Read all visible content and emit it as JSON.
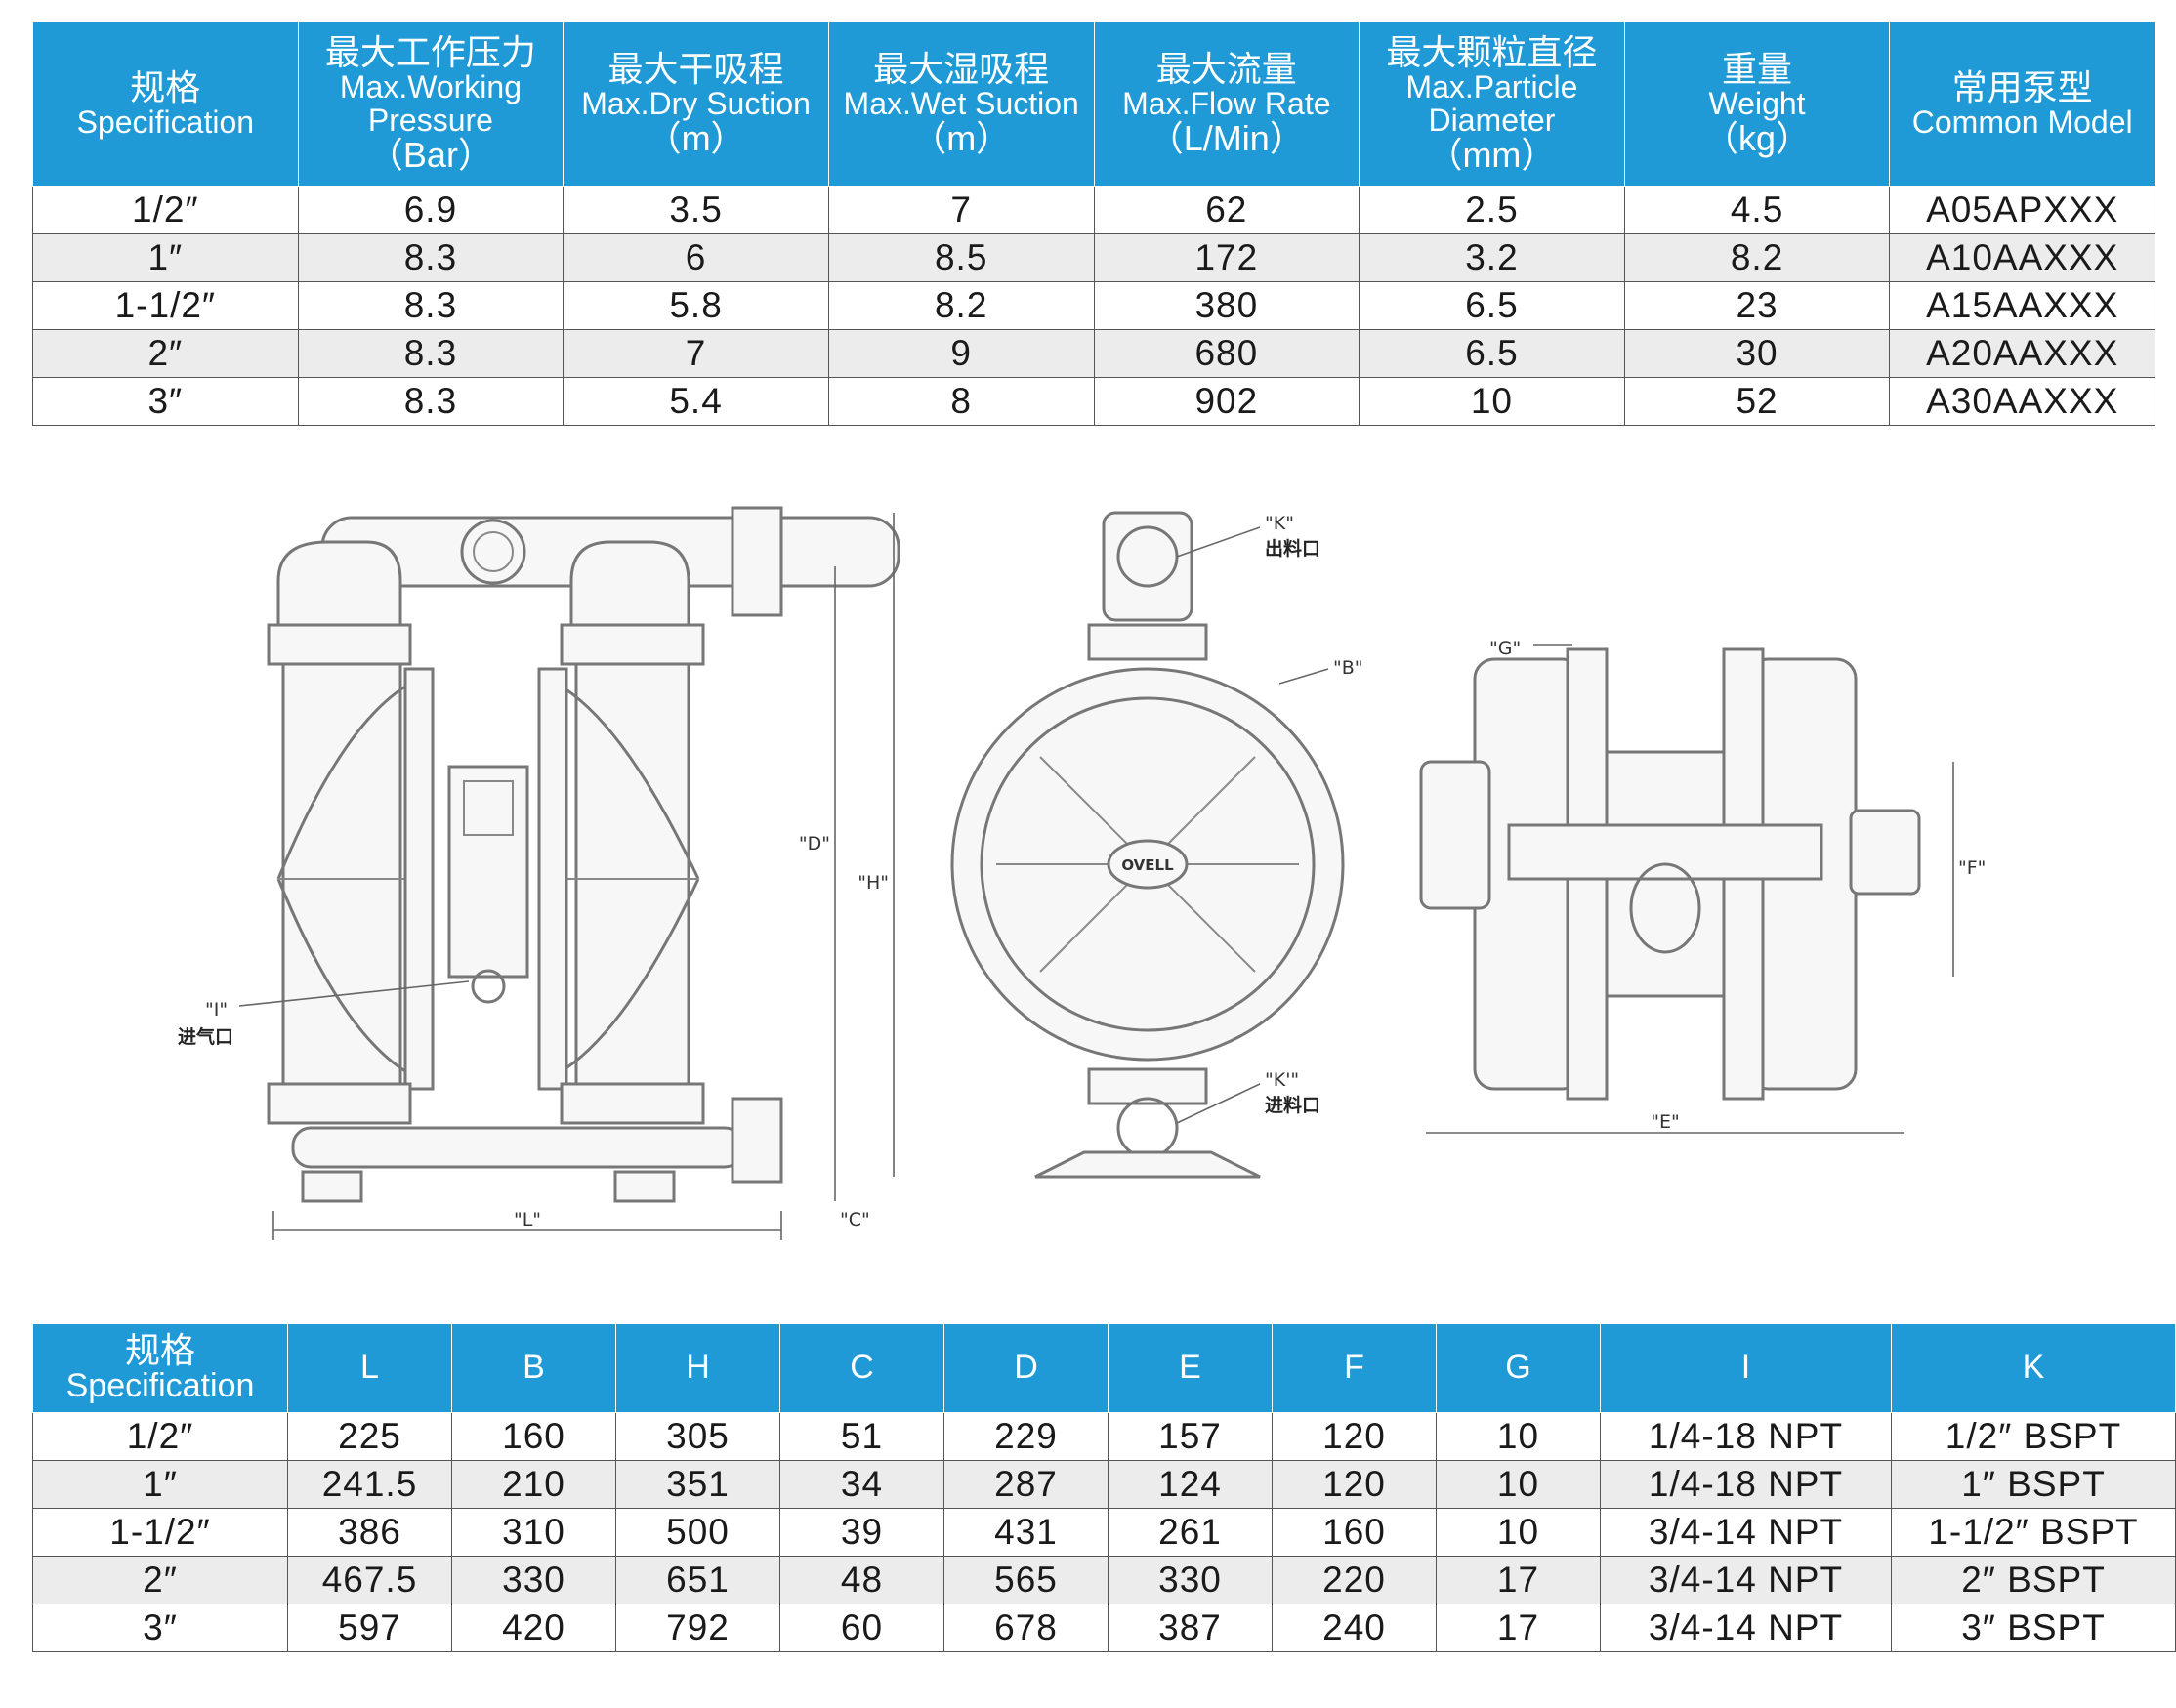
{
  "spec_table": {
    "headers": [
      {
        "zh": "规格",
        "en": "Specification",
        "unit": ""
      },
      {
        "zh": "最大工作压力",
        "en": "Max.Working Pressure",
        "unit": "（Bar）"
      },
      {
        "zh": "最大干吸程",
        "en": "Max.Dry Suction",
        "unit": "（m）"
      },
      {
        "zh": "最大湿吸程",
        "en": "Max.Wet Suction",
        "unit": "（m）"
      },
      {
        "zh": "最大流量",
        "en": "Max.Flow Rate",
        "unit": "（L/Min）"
      },
      {
        "zh": "最大颗粒直径",
        "en": "Max.Particle Diameter",
        "unit": "（mm）"
      },
      {
        "zh": "重量",
        "en": "Weight",
        "unit": "（kg）"
      },
      {
        "zh": "常用泵型",
        "en": "Common Model",
        "unit": ""
      }
    ],
    "rows": [
      [
        "1/2″",
        "6.9",
        "3.5",
        "7",
        "62",
        "2.5",
        "4.5",
        "A05APXXX"
      ],
      [
        "1″",
        "8.3",
        "6",
        "8.5",
        "172",
        "3.2",
        "8.2",
        "A10AAXXX"
      ],
      [
        "1-1/2″",
        "8.3",
        "5.8",
        "8.2",
        "380",
        "6.5",
        "23",
        "A15AAXXX"
      ],
      [
        "2″",
        "8.3",
        "7",
        "9",
        "680",
        "6.5",
        "30",
        "A20AAXXX"
      ],
      [
        "3″",
        "8.3",
        "5.4",
        "8",
        "902",
        "10",
        "52",
        "A30AAXXX"
      ]
    ]
  },
  "drawing": {
    "labels": {
      "L": "\"L\"",
      "C": "\"C\"",
      "D": "\"D\"",
      "H": "\"H\"",
      "I": "\"I\"",
      "K_out": "\"K\"",
      "B": "\"B\"",
      "K_in": "\"K'\"",
      "G": "\"G\"",
      "F": "\"F\"",
      "E": "\"E\""
    },
    "air_inlet": "进气口",
    "outlet": "出料口",
    "inlet": "进料口",
    "brand": "OVELL"
  },
  "dim_table": {
    "first_header": {
      "zh": "规格",
      "en": "Specification"
    },
    "headers": [
      "L",
      "B",
      "H",
      "C",
      "D",
      "E",
      "F",
      "G",
      "I",
      "K"
    ],
    "rows": [
      [
        "1/2″",
        "225",
        "160",
        "305",
        "51",
        "229",
        "157",
        "120",
        "10",
        "1/4-18 NPT",
        "1/2″ BSPT"
      ],
      [
        "1″",
        "241.5",
        "210",
        "351",
        "34",
        "287",
        "124",
        "120",
        "10",
        "1/4-18 NPT",
        "1″ BSPT"
      ],
      [
        "1-1/2″",
        "386",
        "310",
        "500",
        "39",
        "431",
        "261",
        "160",
        "10",
        "3/4-14 NPT",
        "1-1/2″ BSPT"
      ],
      [
        "2″",
        "467.5",
        "330",
        "651",
        "48",
        "565",
        "330",
        "220",
        "17",
        "3/4-14 NPT",
        "2″ BSPT"
      ],
      [
        "3″",
        "597",
        "420",
        "792",
        "60",
        "678",
        "387",
        "240",
        "17",
        "3/4-14 NPT",
        "3″ BSPT"
      ]
    ]
  },
  "colors": {
    "header_bg": "#1f9ad6",
    "header_text": "#ffffff",
    "stripe": "#ececec"
  }
}
